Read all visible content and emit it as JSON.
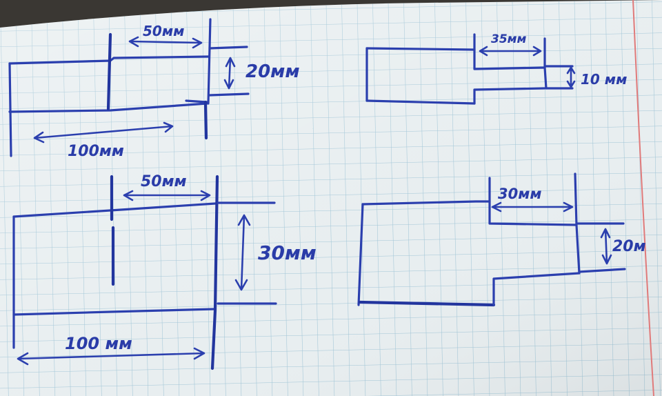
{
  "paper": {
    "grid_color": "#9fc4d6",
    "margin_color": "#e07a7a",
    "paper_color": "#e8eef0",
    "ink_color": "#2b3fae"
  },
  "sketches": [
    {
      "id": "top-left",
      "labels": {
        "width": "50мм",
        "height": "20мм",
        "length": "100мм"
      }
    },
    {
      "id": "top-right",
      "labels": {
        "width": "35мм",
        "height": "10 мм"
      }
    },
    {
      "id": "bottom-left",
      "labels": {
        "width": "50мм",
        "height": "30мм",
        "length": "100 мм"
      }
    },
    {
      "id": "bottom-right",
      "labels": {
        "width": "30мм",
        "height": "20м"
      }
    }
  ]
}
